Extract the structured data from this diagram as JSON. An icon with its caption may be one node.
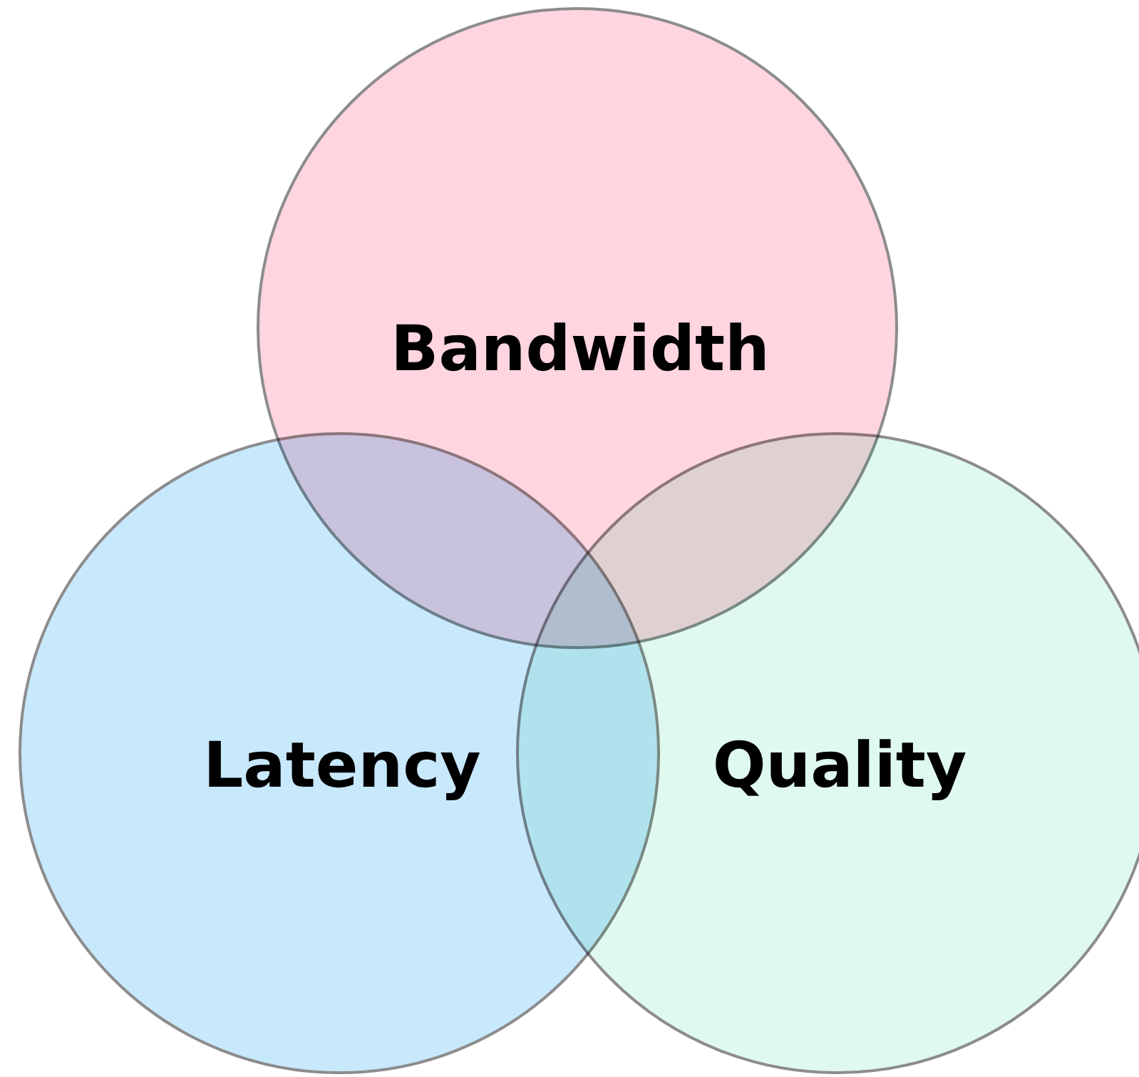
{
  "diagram": {
    "nodes": [
      {
        "text": [
          "Bandwidth"
        ]
      },
      {
        "text": [
          "Latency"
        ]
      },
      {
        "text": [
          "Quality"
        ]
      }
    ],
    "edges": []
  }
}
